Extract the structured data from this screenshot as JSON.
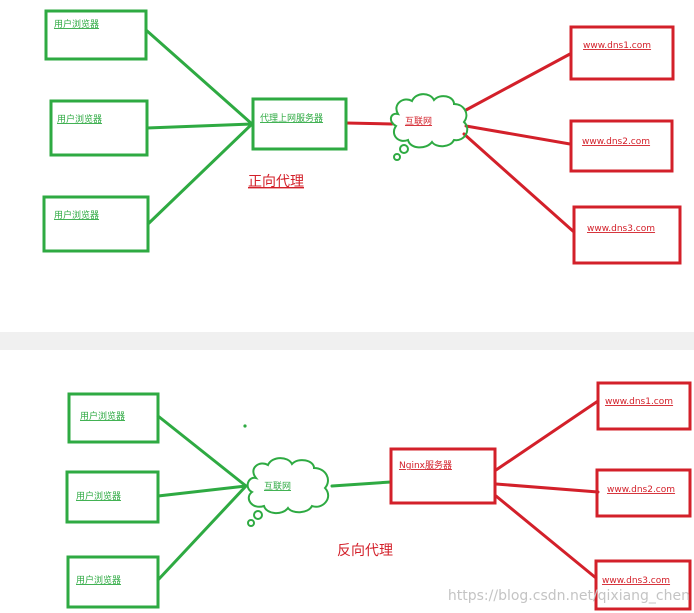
{
  "colors": {
    "green": "#2eaa42",
    "red": "#d3202a",
    "divider": "#f0f0f0"
  },
  "forward": {
    "title": "正向代理",
    "browsers": [
      "用户浏览器",
      "用户浏览器",
      "用户浏览器"
    ],
    "proxy": "代理上网服务器",
    "internet": "互联网",
    "servers": [
      "www.dns1.com",
      "www.dns2.com",
      "www.dns3.com"
    ]
  },
  "reverse": {
    "title": "反向代理",
    "browsers": [
      "用户浏览器",
      "用户浏览器",
      "用户浏览器"
    ],
    "internet": "互联网",
    "proxy": "Nginx服务器",
    "servers": [
      "www.dns1.com",
      "www.dns2.com",
      "www.dns3.com"
    ]
  },
  "watermark": "https://blog.csdn.net/qixiang_chen"
}
